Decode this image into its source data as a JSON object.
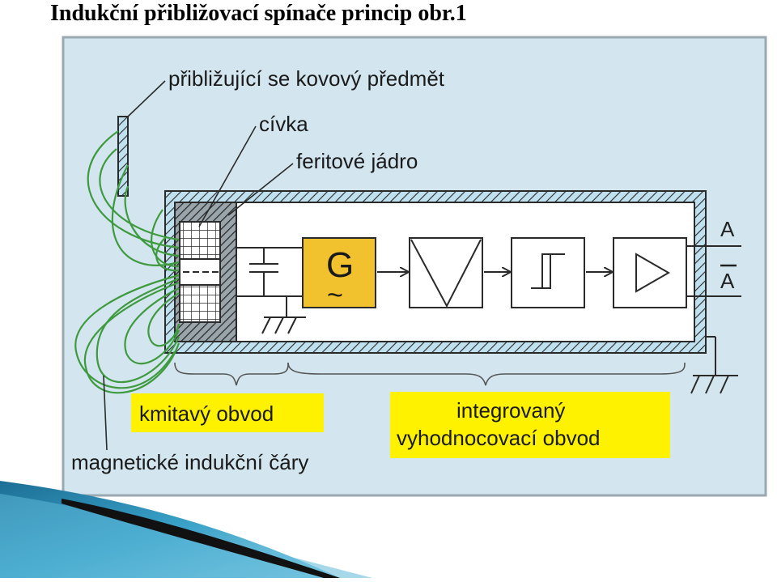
{
  "slide": {
    "title": "Indukční přibližovací spínače princip obr.1"
  },
  "diagram": {
    "labels": {
      "metal_object": "přibližující se kovový předmět",
      "coil": "cívka",
      "ferrite_core": "feritové jádro",
      "oscillator_symbol": "G",
      "oscillator_wave": "~",
      "output_a": "A",
      "output_a_neg": "A",
      "oscillating_circuit": "kmitavý obvod",
      "integrated_line1": "integrovaný",
      "integrated_line2": "vyhodnocovací obvod",
      "field_lines": "magnetické indukční čáry"
    },
    "colors": {
      "panel_bg": "#d3e6ef",
      "housing_fill": "#bfe0ee",
      "interior": "#ffffff",
      "oscillator_fill": "#f2c12e",
      "label_highlight": "#fff200",
      "field_lines": "#3f9a3f",
      "stroke": "#2a2a2a"
    },
    "icons": [
      "capacitor-icon",
      "ground-icon",
      "rectifier-icon",
      "schmitt-trigger-icon",
      "amplifier-icon",
      "ground-icon"
    ]
  }
}
